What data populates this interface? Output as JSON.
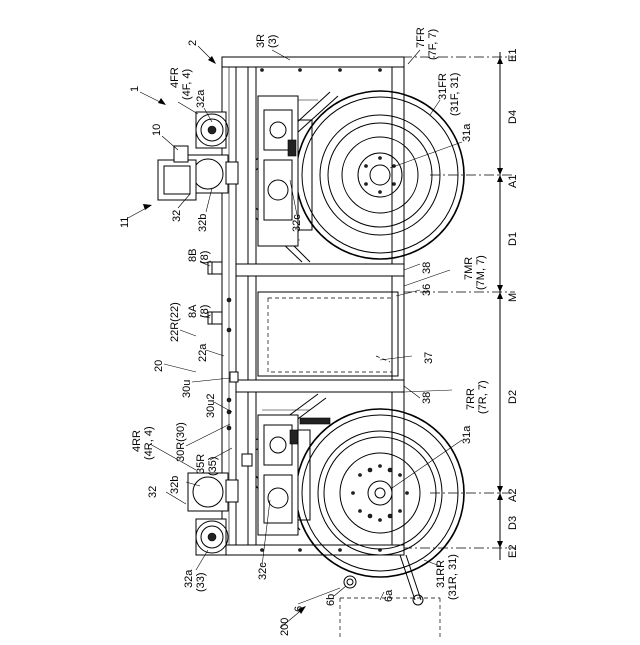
{
  "labels": {
    "l1": "1",
    "l2": "2",
    "l3r": "3R",
    "l3r_sub": "(3)",
    "l7fr": "7FR",
    "l7fr_sub": "(7F, 7)",
    "l4fr": "4FR",
    "l4fr_sub": "(4F, 4)",
    "l32a_top": "32a",
    "l10": "10",
    "l31fr": "31FR",
    "l31fr_sub": "(31F, 31)",
    "l31a_top": "31a",
    "l11": "11",
    "l32_top": "32",
    "l32b_top": "32b",
    "l32c_top": "32c",
    "l8b": "8B",
    "l8b_sub": "(8)",
    "l38_top": "38",
    "l36": "36",
    "l7mr": "7MR",
    "l7mr_sub": "(7M, 7)",
    "l8a": "8A",
    "l8a_sub": "(8)",
    "l22r": "22R(22)",
    "l22a": "22a",
    "l20": "20",
    "l30u": "30u",
    "l30u2": "30u2",
    "l37": "37",
    "l38_bot": "38",
    "l7rr": "7RR",
    "l7rr_sub": "(7R, 7)",
    "l4rr": "4RR",
    "l4rr_sub": "(4R, 4)",
    "l30r": "30R(30)",
    "l35r": "35R",
    "l35r_sub": "(35)",
    "l31a_bot": "31a",
    "l32_bot": "32",
    "l32b_bot": "32b",
    "l32a_bot": "32a",
    "l32a_bot_sub": "(33)",
    "l32c_bot": "32c",
    "l31rr": "31RR",
    "l31rr_sub": "(31R, 31)",
    "l6a": "6a",
    "l6b": "6b",
    "l6": "6",
    "l200": "200"
  },
  "dimensions": {
    "e1": "E1",
    "d4": "D4",
    "a1": "A1",
    "d1": "D1",
    "m": "M",
    "d2": "D2",
    "a2": "A2",
    "d3": "D3",
    "e2": "E2"
  }
}
